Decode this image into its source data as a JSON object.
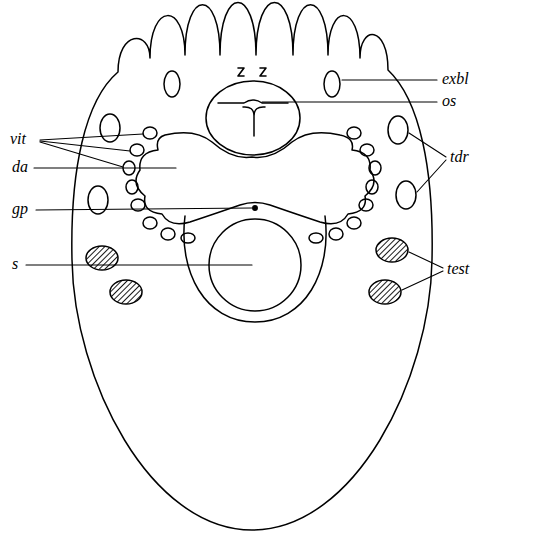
{
  "diagram": {
    "labels": [
      "exbl",
      "os",
      "vit",
      "da",
      "tdr",
      "gp",
      "test",
      "s"
    ]
  }
}
